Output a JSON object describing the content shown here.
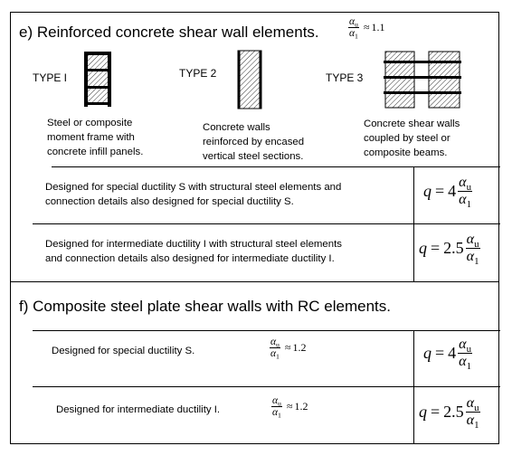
{
  "section_e": {
    "title": "e) Reinforced concrete shear wall elements.",
    "ratio": {
      "num_sym": "α",
      "num_sub": "u",
      "den_sym": "α",
      "den_sub": "1",
      "approx": "≈",
      "value": "1.1"
    },
    "types": [
      {
        "label": "TYPE I",
        "caption": "Steel or composite\nmoment frame with\nconcrete infill panels."
      },
      {
        "label": "TYPE 2",
        "caption": "Concrete walls\nreinforced by encased\nvertical steel sections."
      },
      {
        "label": "TYPE 3",
        "caption": "Concrete shear walls\ncoupled by steel or\ncomposite beams."
      }
    ],
    "rows": [
      {
        "text": "Designed for special ductility S with structural steel elements and\nconnection details also designed for special ductility S.",
        "q": {
          "var": "q",
          "eq": "=",
          "coef": "4"
        }
      },
      {
        "text": "Designed for intermediate ductility I with structural steel elements\nand connection details also designed for intermediate ductility I.",
        "q": {
          "var": "q",
          "eq": "=",
          "coef": "2.5"
        }
      }
    ]
  },
  "section_f": {
    "title": "f) Composite steel plate shear walls with RC elements.",
    "rows": [
      {
        "text": "Designed for special ductility S.",
        "ratio": {
          "approx": "≈",
          "value": "1.2"
        },
        "q": {
          "var": "q",
          "eq": "=",
          "coef": "4"
        }
      },
      {
        "text": "Designed for intermediate ductility I.",
        "ratio": {
          "approx": "≈",
          "value": "1.2"
        },
        "q": {
          "var": "q",
          "eq": "=",
          "coef": "2.5"
        }
      }
    ]
  },
  "symbols": {
    "alpha": "α",
    "sub_u": "u",
    "sub_1": "1"
  }
}
